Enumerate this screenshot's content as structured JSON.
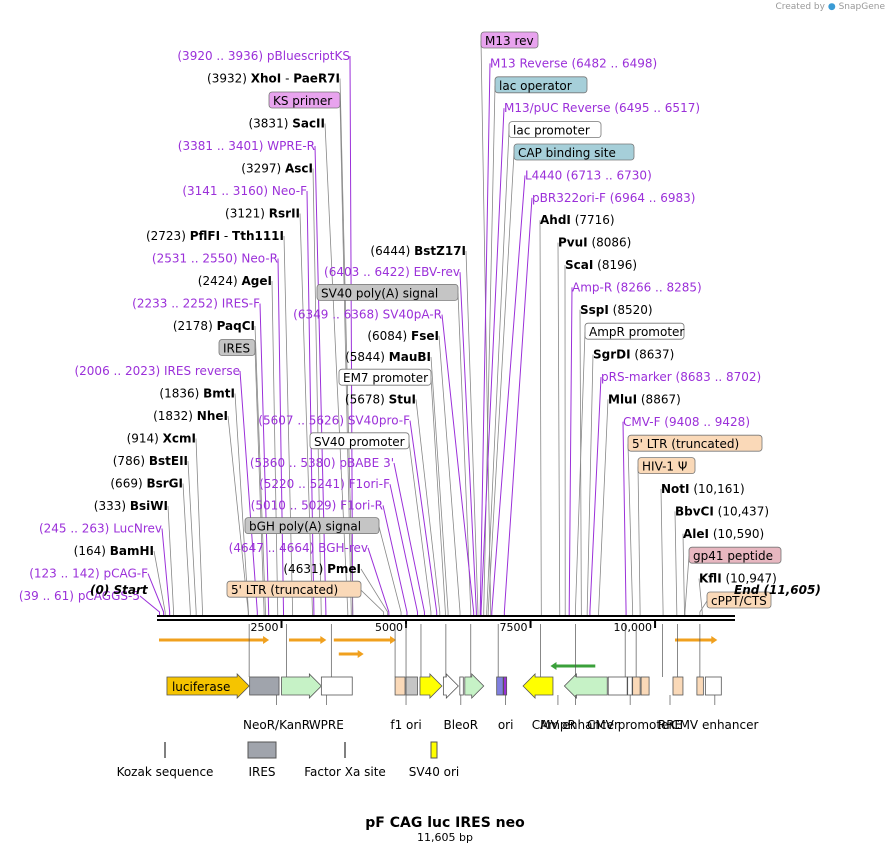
{
  "header": {
    "created_by": "Created by",
    "brand": "SnapGene"
  },
  "title": "pF CAG luc IRES neo",
  "subtitle": "11,605 bp",
  "sequence_length": 11605,
  "ends": {
    "start": "Start",
    "start_pos": "(0)",
    "end": "End",
    "end_pos": "(11,605)"
  },
  "ticks": [
    {
      "pos": 2500,
      "label": "2500"
    },
    {
      "pos": 5000,
      "label": "5000"
    },
    {
      "pos": 7500,
      "label": "7500"
    },
    {
      "pos": 10000,
      "label": "10,000"
    }
  ],
  "colors": {
    "enzyme": "#000000",
    "primer": "#9b30d9",
    "primer_box": "#e8a3ee",
    "regulatory_box": "#a6cfd9",
    "promoter_box": "#ffffff",
    "grey_box": "#c5c5c5",
    "ltr_box": "#fad9b8",
    "gp41_box": "#e7b7c0",
    "cds_luc": "#f5c400",
    "cds_neo": "#c6f2c6",
    "ori_yellow": "#ffff00",
    "ires": "#a0a4ac",
    "arrow_orange": "#f0a01e"
  },
  "left_labels": [
    {
      "pos": 3928,
      "num": "(3920 .. 3936)",
      "name": "pBluescriptKS",
      "kind": "primer"
    },
    {
      "pos": 3932,
      "num": "(3932)",
      "name": "XhoI",
      "kind": "enzyme",
      "extra": "PaeR7I"
    },
    {
      "pos": 3900,
      "num": "",
      "name": "KS primer",
      "kind": "primerbox"
    },
    {
      "pos": 3831,
      "num": "(3831)",
      "name": "SacII",
      "kind": "enzyme"
    },
    {
      "pos": 3391,
      "num": "(3381 .. 3401)",
      "name": "WPRE-R",
      "kind": "primer"
    },
    {
      "pos": 3297,
      "num": "(3297)",
      "name": "AscI",
      "kind": "enzyme"
    },
    {
      "pos": 3150,
      "num": "(3141 .. 3160)",
      "name": "Neo-F",
      "kind": "primer"
    },
    {
      "pos": 3121,
      "num": "(3121)",
      "name": "RsrII",
      "kind": "enzyme"
    },
    {
      "pos": 2723,
      "num": "(2723)",
      "name": "PflFI",
      "kind": "enzyme",
      "extra": "Tth111I"
    },
    {
      "pos": 2540,
      "num": "(2531 .. 2550)",
      "name": "Neo-R",
      "kind": "primer"
    },
    {
      "pos": 2424,
      "num": "(2424)",
      "name": "AgeI",
      "kind": "enzyme"
    },
    {
      "pos": 2242,
      "num": "(2233 .. 2252)",
      "name": "IRES-F",
      "kind": "primer"
    },
    {
      "pos": 2178,
      "num": "(2178)",
      "name": "PaqCI",
      "kind": "enzyme"
    },
    {
      "pos": 2150,
      "num": "",
      "name": "IRES",
      "kind": "greybox"
    },
    {
      "pos": 2014,
      "num": "(2006 .. 2023)",
      "name": "IRES reverse",
      "kind": "primer"
    },
    {
      "pos": 1836,
      "num": "(1836)",
      "name": "BmtI",
      "kind": "enzyme"
    },
    {
      "pos": 1832,
      "num": "(1832)",
      "name": "NheI",
      "kind": "enzyme"
    },
    {
      "pos": 914,
      "num": "(914)",
      "name": "XcmI",
      "kind": "enzyme"
    },
    {
      "pos": 786,
      "num": "(786)",
      "name": "BstEII",
      "kind": "enzyme"
    },
    {
      "pos": 669,
      "num": "(669)",
      "name": "BsrGI",
      "kind": "enzyme"
    },
    {
      "pos": 333,
      "num": "(333)",
      "name": "BsiWI",
      "kind": "enzyme"
    },
    {
      "pos": 254,
      "num": "(245 .. 263)",
      "name": "LucNrev",
      "kind": "primer"
    },
    {
      "pos": 164,
      "num": "(164)",
      "name": "BamHI",
      "kind": "enzyme"
    },
    {
      "pos": 132,
      "num": "(123 .. 142)",
      "name": "pCAG-F",
      "kind": "primer"
    },
    {
      "pos": 50,
      "num": "(39 .. 61)",
      "name": "pCAGGS-5",
      "kind": "primer"
    }
  ],
  "middle_labels": [
    {
      "pos": 6444,
      "num": "(6444)",
      "name": "BstZ17I",
      "kind": "enzyme"
    },
    {
      "pos": 6412,
      "num": "(6403 .. 6422)",
      "name": "EBV-rev",
      "kind": "primer"
    },
    {
      "pos": 6300,
      "num": "",
      "name": "SV40 poly(A) signal",
      "kind": "greybox"
    },
    {
      "pos": 6358,
      "num": "(6349 .. 6368)",
      "name": "SV40pA-R",
      "kind": "primer"
    },
    {
      "pos": 6084,
      "num": "(6084)",
      "name": "FseI",
      "kind": "enzyme"
    },
    {
      "pos": 5844,
      "num": "(5844)",
      "name": "MauBI",
      "kind": "enzyme"
    },
    {
      "pos": 5790,
      "num": "",
      "name": "EM7 promoter",
      "kind": "promoterbox"
    },
    {
      "pos": 5678,
      "num": "(5678)",
      "name": "StuI",
      "kind": "enzyme"
    },
    {
      "pos": 5616,
      "num": "(5607 .. 5626)",
      "name": "SV40pro-F",
      "kind": "primer"
    },
    {
      "pos": 5500,
      "num": "",
      "name": "SV40 promoter",
      "kind": "promoterbox"
    },
    {
      "pos": 5370,
      "num": "(5360 .. 5380)",
      "name": "pBABE 3'",
      "kind": "primer"
    },
    {
      "pos": 5230,
      "num": "(5220 .. 5241)",
      "name": "F1ori-F",
      "kind": "primer"
    },
    {
      "pos": 5019,
      "num": "(5010 .. 5029)",
      "name": "F1ori-R",
      "kind": "primer"
    },
    {
      "pos": 4900,
      "num": "",
      "name": "bGH poly(A) signal",
      "kind": "greybox"
    },
    {
      "pos": 4655,
      "num": "(4647 .. 4664)",
      "name": "BGH-rev",
      "kind": "primer"
    },
    {
      "pos": 4631,
      "num": "(4631)",
      "name": "PmeI",
      "kind": "enzyme"
    },
    {
      "pos": 4550,
      "num": "",
      "name": "5' LTR (truncated)",
      "kind": "ltrbox"
    }
  ],
  "right_labels": [
    {
      "pos": 6700,
      "num": "",
      "name": "M13 rev",
      "kind": "primerbox"
    },
    {
      "pos": 6490,
      "num": "(6482 .. 6498)",
      "name": "M13 Reverse",
      "kind": "primer"
    },
    {
      "pos": 6560,
      "num": "",
      "name": "lac operator",
      "kind": "regbox"
    },
    {
      "pos": 6506,
      "num": "(6495 .. 6517)",
      "name": "M13/pUC Reverse",
      "kind": "primer"
    },
    {
      "pos": 6620,
      "num": "",
      "name": "lac promoter",
      "kind": "promoterbox"
    },
    {
      "pos": 6650,
      "num": "",
      "name": "CAP binding site",
      "kind": "regbox"
    },
    {
      "pos": 6722,
      "num": "(6713 .. 6730)",
      "name": "L4440",
      "kind": "primer"
    },
    {
      "pos": 6974,
      "num": "(6964 .. 6983)",
      "name": "pBR322ori-F",
      "kind": "primer"
    },
    {
      "pos": 7716,
      "num": "(7716)",
      "name": "AhdI",
      "kind": "enzyme"
    },
    {
      "pos": 8086,
      "num": "(8086)",
      "name": "PvuI",
      "kind": "enzyme"
    },
    {
      "pos": 8196,
      "num": "(8196)",
      "name": "ScaI",
      "kind": "enzyme"
    },
    {
      "pos": 8276,
      "num": "(8266 .. 8285)",
      "name": "Amp-R",
      "kind": "primer"
    },
    {
      "pos": 8520,
      "num": "(8520)",
      "name": "SspI",
      "kind": "enzyme"
    },
    {
      "pos": 8400,
      "num": "",
      "name": "AmpR promoter",
      "kind": "promoterbox"
    },
    {
      "pos": 8637,
      "num": "(8637)",
      "name": "SgrDI",
      "kind": "enzyme"
    },
    {
      "pos": 8692,
      "num": "(8683 .. 8702)",
      "name": "pRS-marker",
      "kind": "primer"
    },
    {
      "pos": 8867,
      "num": "(8867)",
      "name": "MluI",
      "kind": "enzyme"
    },
    {
      "pos": 9418,
      "num": "(9408 .. 9428)",
      "name": "CMV-F",
      "kind": "primer"
    },
    {
      "pos": 9550,
      "num": "",
      "name": "5' LTR (truncated)",
      "kind": "ltrbox"
    },
    {
      "pos": 9700,
      "num": "",
      "name": "HIV-1 Ψ",
      "kind": "ltrbox"
    },
    {
      "pos": 10161,
      "num": "(10,161)",
      "name": "NotI",
      "kind": "enzyme"
    },
    {
      "pos": 10437,
      "num": "(10,437)",
      "name": "BbvCI",
      "kind": "enzyme"
    },
    {
      "pos": 10590,
      "num": "(10,590)",
      "name": "AleI",
      "kind": "enzyme"
    },
    {
      "pos": 10600,
      "num": "",
      "name": "gp41 peptide",
      "kind": "gpbox"
    },
    {
      "pos": 10947,
      "num": "(10,947)",
      "name": "KflI",
      "kind": "enzyme"
    },
    {
      "pos": 10900,
      "num": "",
      "name": "cPPT/CTS",
      "kind": "ltrbox"
    }
  ],
  "feature_labels_upper": [
    {
      "pos": 2400,
      "name": "NeoR/KanR"
    },
    {
      "pos": 3400,
      "name": "WPRE"
    },
    {
      "pos": 5000,
      "name": "f1 ori"
    },
    {
      "pos": 6100,
      "name": "BleoR"
    },
    {
      "pos": 7000,
      "name": "ori"
    },
    {
      "pos": 8050,
      "name": "AmpR"
    },
    {
      "pos": 8400,
      "name": "CMV enhancer"
    },
    {
      "pos": 9500,
      "name": "CMV promoter"
    },
    {
      "pos": 10300,
      "name": "RRE"
    },
    {
      "pos": 11200,
      "name": "CMV enhancer"
    }
  ],
  "legend": [
    {
      "name": "Kozak sequence",
      "symbol": "line"
    },
    {
      "name": "IRES",
      "symbol": "ires"
    },
    {
      "name": "Factor Xa site",
      "symbol": "line"
    },
    {
      "name": "SV40 ori",
      "symbol": "yellow"
    }
  ],
  "features": [
    {
      "name": "luciferase",
      "type": "arrow",
      "start": 200,
      "end": 1850,
      "color": "#f5c400",
      "label": "luciferase"
    },
    {
      "name": "ires",
      "type": "box",
      "start": 1860,
      "end": 2450,
      "color": "#a0a4ac"
    },
    {
      "name": "neor",
      "type": "arrow",
      "start": 2500,
      "end": 3300,
      "color": "#c6f2c6"
    },
    {
      "name": "wpre",
      "type": "box",
      "start": 3300,
      "end": 3920,
      "color": "#ffffff"
    },
    {
      "name": "ltr-a",
      "type": "box",
      "start": 4780,
      "end": 4980,
      "color": "#fad9b8"
    },
    {
      "name": "bgh",
      "type": "box",
      "start": 5000,
      "end": 5230,
      "color": "#c5c5c5"
    },
    {
      "name": "f1ori",
      "type": "arrow",
      "start": 5280,
      "end": 5720,
      "color": "#ffff00"
    },
    {
      "name": "sv40p",
      "type": "arrow",
      "start": 5750,
      "end": 6050,
      "color": "#ffffff"
    },
    {
      "name": "em7",
      "type": "box",
      "start": 6080,
      "end": 6150,
      "color": "#ffffff"
    },
    {
      "name": "bleor",
      "type": "arrow",
      "start": 6180,
      "end": 6560,
      "color": "#c6f2c6"
    },
    {
      "name": "lac",
      "type": "box",
      "start": 6820,
      "end": 6950,
      "color": "#7f7fdf"
    },
    {
      "name": "m13",
      "type": "box",
      "start": 6960,
      "end": 7020,
      "color": "#9b30d9"
    },
    {
      "name": "ori",
      "type": "larrow",
      "start": 7350,
      "end": 7950,
      "color": "#ffff00"
    },
    {
      "name": "ampr",
      "type": "larrow",
      "start": 8180,
      "end": 9040,
      "color": "#c6f2c6"
    },
    {
      "name": "amppro",
      "type": "box",
      "start": 9060,
      "end": 9440,
      "color": "#ffffff"
    },
    {
      "name": "cmvenh",
      "type": "box",
      "start": 9450,
      "end": 9540,
      "color": "#ffffff"
    },
    {
      "name": "ltr-b",
      "type": "box",
      "start": 9550,
      "end": 9700,
      "color": "#fad9b8"
    },
    {
      "name": "hiv",
      "type": "box",
      "start": 9720,
      "end": 9880,
      "color": "#fad9b8"
    },
    {
      "name": "rre",
      "type": "box",
      "start": 10360,
      "end": 10560,
      "color": "#fad9b8"
    },
    {
      "name": "cppt",
      "type": "box",
      "start": 10840,
      "end": 10970,
      "color": "#fad9b8"
    },
    {
      "name": "cmvenh2",
      "type": "box",
      "start": 11010,
      "end": 11330,
      "color": "#ffffff"
    }
  ],
  "orange_arrows": [
    {
      "start": 40,
      "end": 2250
    },
    {
      "start": 2650,
      "end": 3400
    },
    {
      "start": 3550,
      "end": 4800
    },
    {
      "start": 3650,
      "end": 4150
    },
    {
      "start": 10400,
      "end": 11250
    }
  ],
  "green_arrow": {
    "start": 7900,
    "end": 8800
  }
}
